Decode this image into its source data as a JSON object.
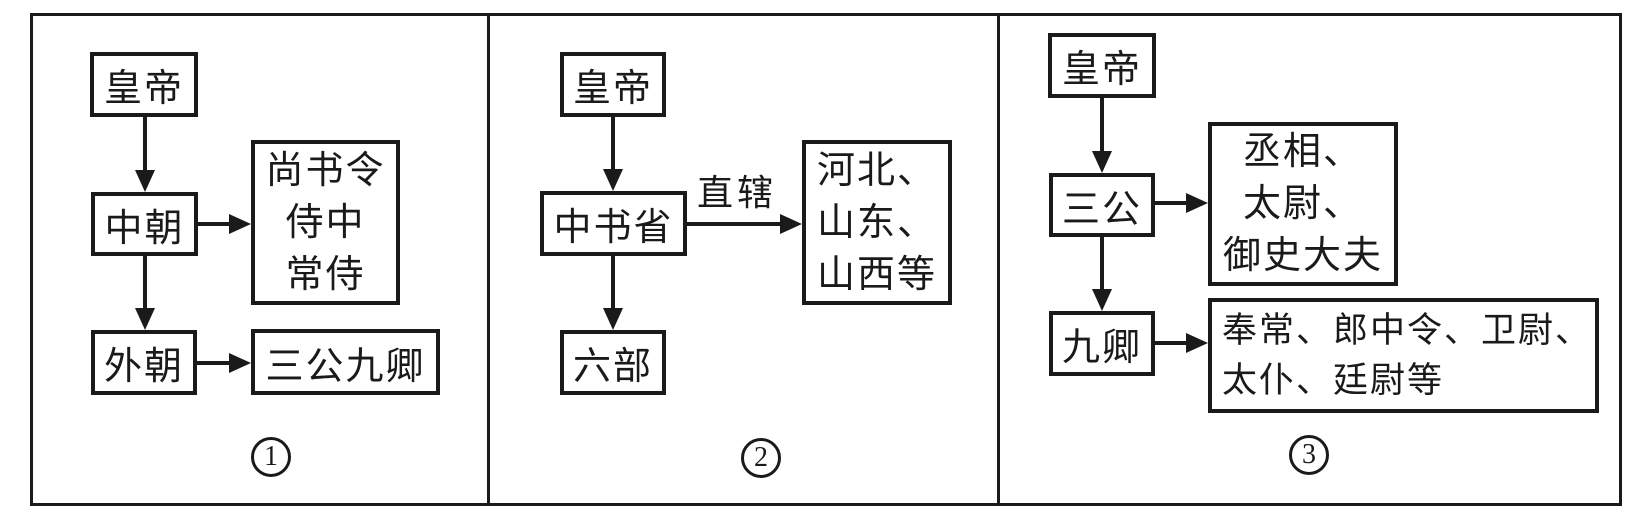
{
  "colors": {
    "ink": "#1a1a1a",
    "background": "#ffffff"
  },
  "panels": [
    {
      "number": "1",
      "number_display": "①",
      "nodes": {
        "emperor": "皇帝",
        "inner_court": "中朝",
        "inner_court_officials": [
          "尚书令",
          "侍中",
          "常侍"
        ],
        "outer_court": "外朝",
        "outer_court_officials": "三公九卿"
      }
    },
    {
      "number": "2",
      "number_display": "②",
      "arrow_label": "直辖",
      "nodes": {
        "emperor": "皇帝",
        "central_secretariat": "中书省",
        "directly_administered_regions": [
          "河北、",
          "山东、",
          "山西等"
        ],
        "six_ministries": "六部"
      }
    },
    {
      "number": "3",
      "number_display": "③",
      "nodes": {
        "emperor": "皇帝",
        "three_dukes": "三公",
        "three_dukes_members": [
          "丞相、",
          "太尉、",
          "御史大夫"
        ],
        "nine_ministers": "九卿",
        "nine_ministers_members": [
          "奉常、郎中令、卫尉、",
          "太仆、廷尉等"
        ]
      }
    }
  ]
}
